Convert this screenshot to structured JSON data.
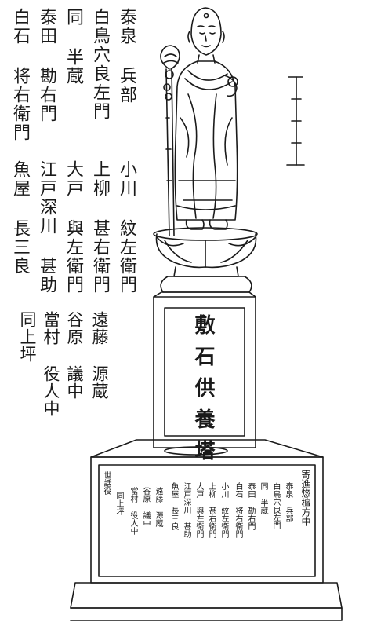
{
  "left_inscription": {
    "group_top": [
      "泰泉 兵部",
      "白鳥穴良左門",
      "同 半蔵",
      "泰田 勘右門",
      "白石 将右衛門"
    ],
    "group_middle": [
      "小川 紋左衛門",
      "上柳 甚右衛門",
      "大戸 與左衛門",
      "江戸深川 甚助",
      "魚屋 長三良"
    ],
    "group_bottom": [
      "遠藤 源蔵",
      "谷原 議中",
      "當村 役人中",
      "同上坪"
    ]
  },
  "monument_face": "敷石供養塔",
  "base_inscription": {
    "header": "寄進惣檀方中",
    "names": [
      "泰泉 兵部",
      "白鳥穴良左門",
      "同 半蔵",
      "泰田 勘右門",
      "白石 将右衛門",
      "小川 紋左衛門",
      "上柳 甚右衛門",
      "大戸 與左衛門",
      "江戸深川 甚助",
      "魚屋 長三良",
      "遠藤 源蔵",
      "谷原 議中",
      "當村 役人中",
      "同上坪"
    ],
    "footer": "世話役"
  },
  "colors": {
    "ink": "#1a1a1a",
    "paper": "#ffffff"
  }
}
